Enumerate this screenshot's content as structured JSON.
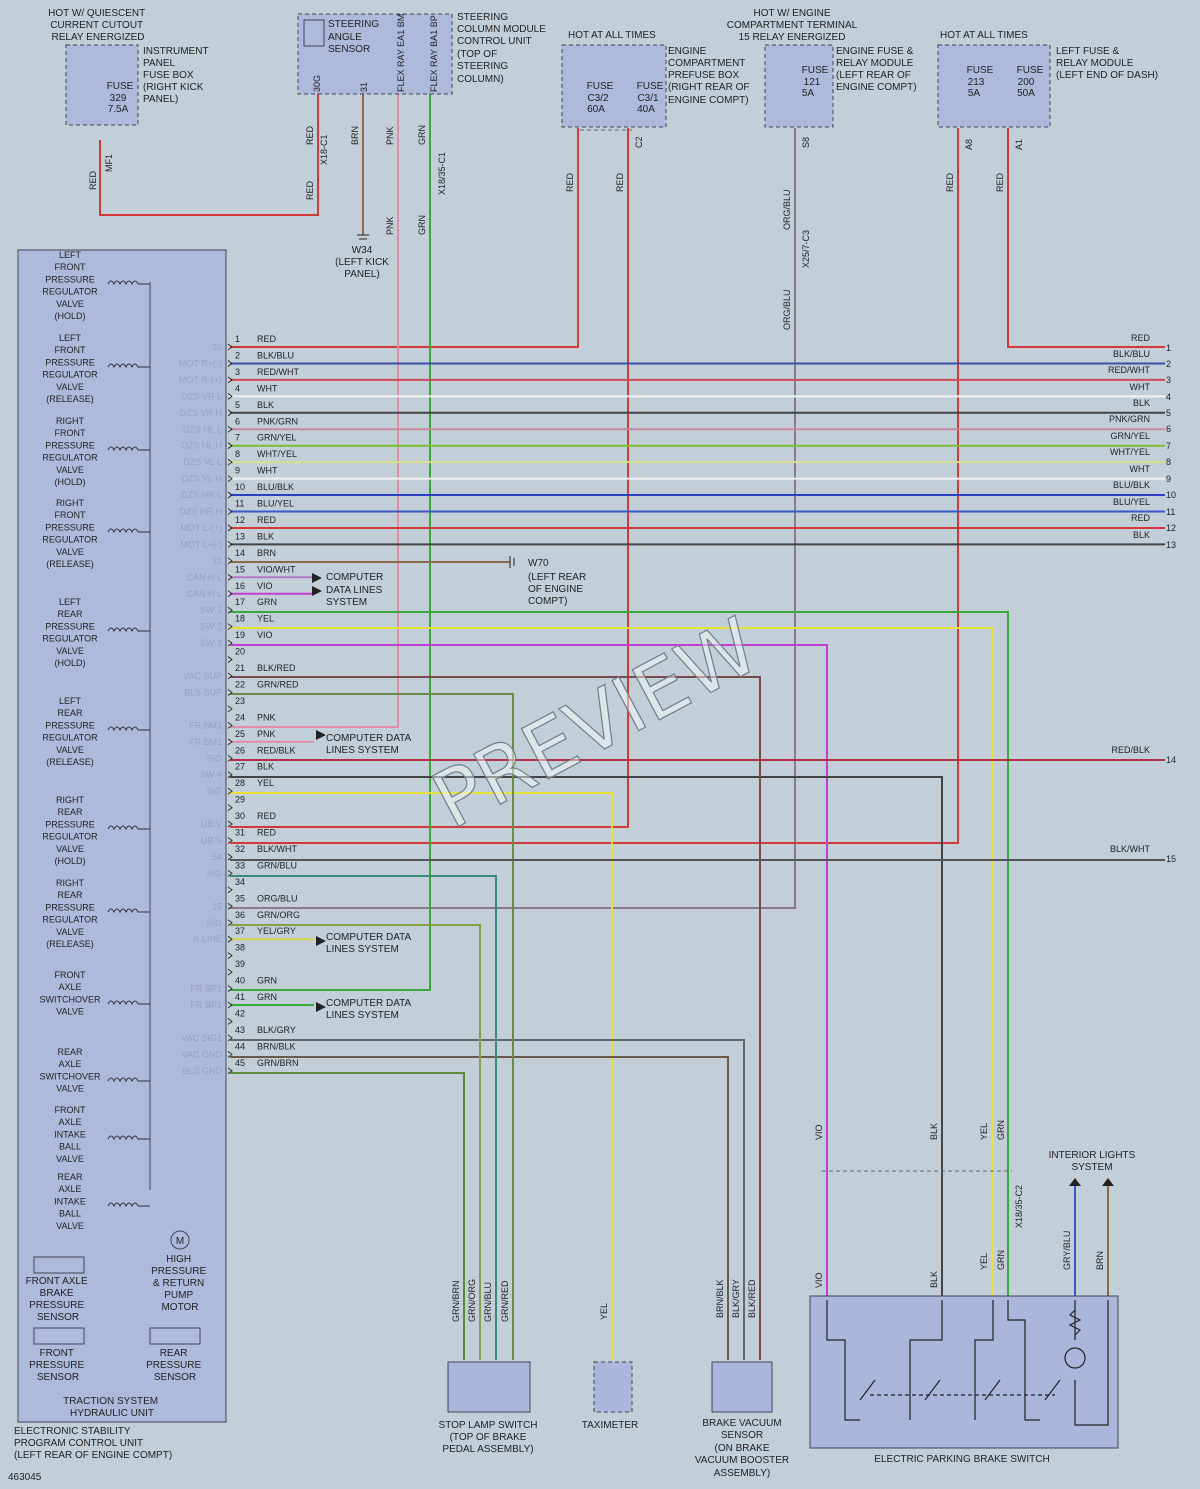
{
  "diagram_number": "463045",
  "watermark": "PREVIEW",
  "ecu": {
    "title": [
      "ELECTRONIC STABILITY",
      "PROGRAM CONTROL UNIT",
      "(LEFT REAR OF ENGINE COMPT)"
    ],
    "hydraulic_unit": [
      "TRACTION SYSTEM",
      "HYDRAULIC UNIT"
    ],
    "valves": [
      [
        "LEFT",
        "FRONT",
        "PRESSURE",
        "REGULATOR",
        "VALVE",
        "(HOLD)"
      ],
      [
        "LEFT",
        "FRONT",
        "PRESSURE",
        "REGULATOR",
        "VALVE",
        "(RELEASE)"
      ],
      [
        "RIGHT",
        "FRONT",
        "PRESSURE",
        "REGULATOR",
        "VALVE",
        "(HOLD)"
      ],
      [
        "RIGHT",
        "FRONT",
        "PRESSURE",
        "REGULATOR",
        "VALVE",
        "(RELEASE)"
      ],
      [
        "LEFT",
        "REAR",
        "PRESSURE",
        "REGULATOR",
        "VALVE",
        "(HOLD)"
      ],
      [
        "LEFT",
        "REAR",
        "PRESSURE",
        "REGULATOR",
        "VALVE",
        "(RELEASE)"
      ],
      [
        "RIGHT",
        "REAR",
        "PRESSURE",
        "REGULATOR",
        "VALVE",
        "(HOLD)"
      ],
      [
        "RIGHT",
        "REAR",
        "PRESSURE",
        "REGULATOR",
        "VALVE",
        "(RELEASE)"
      ],
      [
        "FRONT",
        "AXLE",
        "SWITCHOVER",
        "VALVE"
      ],
      [
        "REAR",
        "AXLE",
        "SWITCHOVER",
        "VALVE"
      ],
      [
        "FRONT",
        "AXLE",
        "INTAKE",
        "BALL",
        "VALVE"
      ],
      [
        "REAR",
        "AXLE",
        "INTAKE",
        "BALL",
        "VALVE"
      ]
    ],
    "sensors": {
      "front_axle": [
        "FRONT AXLE",
        "BRAKE",
        "PRESSURE",
        "SENSOR"
      ],
      "front": [
        "FRONT",
        "PRESSURE",
        "SENSOR"
      ],
      "rear": [
        "REAR",
        "PRESSURE",
        "SENSOR"
      ],
      "pump": [
        "HIGH",
        "PRESSURE",
        "& RETURN",
        "PUMP",
        "MOTOR"
      ],
      "motor_symbol": "M"
    }
  },
  "terminals": [
    {
      "pin": "1",
      "name": "30",
      "wire": "RED",
      "color": "#d23a3a"
    },
    {
      "pin": "2",
      "name": "MOT R+(-)",
      "wire": "BLK/BLU",
      "color": "#3a4fa8"
    },
    {
      "pin": "3",
      "name": "MOT R-(+)",
      "wire": "RED/WHT",
      "color": "#d04a5a"
    },
    {
      "pin": "4",
      "name": "DZS VR L",
      "wire": "WHT",
      "color": "#f2f2f2"
    },
    {
      "pin": "5",
      "name": "DZS VR H",
      "wire": "BLK",
      "color": "#444444"
    },
    {
      "pin": "6",
      "name": "DZS HL L",
      "wire": "PNK/GRN",
      "color": "#c88a9a"
    },
    {
      "pin": "7",
      "name": "DZS HL H",
      "wire": "GRN/YEL",
      "color": "#7bbf2e"
    },
    {
      "pin": "8",
      "name": "DZS VL L",
      "wire": "WHT/YEL",
      "color": "#d9e08a"
    },
    {
      "pin": "9",
      "name": "DZS VL H",
      "wire": "WHT",
      "color": "#f2f2f2"
    },
    {
      "pin": "10",
      "name": "DZS HR L",
      "wire": "BLU/BLK",
      "color": "#2d3fc2"
    },
    {
      "pin": "11",
      "name": "DZS HR H",
      "wire": "BLU/YEL",
      "color": "#3a58c8"
    },
    {
      "pin": "12",
      "name": "MOT L-(+)",
      "wire": "RED",
      "color": "#d23a3a"
    },
    {
      "pin": "13",
      "name": "MOT L+(-)",
      "wire": "BLK",
      "color": "#444444"
    },
    {
      "pin": "14",
      "name": "31",
      "wire": "BRN",
      "color": "#8a6a4a"
    },
    {
      "pin": "15",
      "name": "CAN H L",
      "wire": "VIO/WHT",
      "color": "#b17cc7"
    },
    {
      "pin": "16",
      "name": "CAN H L",
      "wire": "VIO",
      "color": "#c23fd3"
    },
    {
      "pin": "17",
      "name": "SW 1",
      "wire": "GRN",
      "color": "#3aa83a"
    },
    {
      "pin": "18",
      "name": "SW 2",
      "wire": "YEL",
      "color": "#e6e23a"
    },
    {
      "pin": "19",
      "name": "SW 3",
      "wire": "VIO",
      "color": "#c23fd3"
    },
    {
      "pin": "20",
      "name": "",
      "wire": "",
      "color": ""
    },
    {
      "pin": "21",
      "name": "VAC SUP",
      "wire": "BLK/RED",
      "color": "#7a4a4a"
    },
    {
      "pin": "22",
      "name": "BLS SUP",
      "wire": "GRN/RED",
      "color": "#6a8a4a"
    },
    {
      "pin": "23",
      "name": "",
      "wire": "",
      "color": ""
    },
    {
      "pin": "24",
      "name": "FR BM1",
      "wire": "PNK",
      "color": "#e08ea8"
    },
    {
      "pin": "25",
      "name": "FR BM1",
      "wire": "PNK",
      "color": "#e08ea8"
    },
    {
      "pin": "26",
      "name": "SIG",
      "wire": "RED/BLK",
      "color": "#b23040"
    },
    {
      "pin": "27",
      "name": "SW 4",
      "wire": "BLK",
      "color": "#444444"
    },
    {
      "pin": "28",
      "name": "SIG",
      "wire": "YEL",
      "color": "#e6e23a"
    },
    {
      "pin": "29",
      "name": "",
      "wire": "",
      "color": ""
    },
    {
      "pin": "30",
      "name": "UB V",
      "wire": "RED",
      "color": "#d23a3a"
    },
    {
      "pin": "31",
      "name": "UB S",
      "wire": "RED",
      "color": "#d23a3a"
    },
    {
      "pin": "32",
      "name": "54",
      "wire": "BLK/WHT",
      "color": "#555555"
    },
    {
      "pin": "33",
      "name": "SIG",
      "wire": "GRN/BLU",
      "color": "#3a8a7a"
    },
    {
      "pin": "34",
      "name": "",
      "wire": "",
      "color": ""
    },
    {
      "pin": "35",
      "name": "15",
      "wire": "ORG/BLU",
      "color": "#8a7a8a"
    },
    {
      "pin": "36",
      "name": "SIG",
      "wire": "GRN/ORG",
      "color": "#8aa040"
    },
    {
      "pin": "37",
      "name": "K LINE",
      "wire": "YEL/GRY",
      "color": "#d6d64a"
    },
    {
      "pin": "38",
      "name": "",
      "wire": "",
      "color": ""
    },
    {
      "pin": "39",
      "name": "",
      "wire": "",
      "color": ""
    },
    {
      "pin": "40",
      "name": "FR BP1",
      "wire": "GRN",
      "color": "#3aa83a"
    },
    {
      "pin": "41",
      "name": "FR BP1",
      "wire": "GRN",
      "color": "#3aa83a"
    },
    {
      "pin": "42",
      "name": "",
      "wire": "",
      "color": ""
    },
    {
      "pin": "43",
      "name": "VAC SIG1",
      "wire": "BLK/GRY",
      "color": "#666666"
    },
    {
      "pin": "44",
      "name": "VAC GND",
      "wire": "BRN/BLK",
      "color": "#6a5a4a"
    },
    {
      "pin": "45",
      "name": "BLS GND",
      "wire": "GRN/BRN",
      "color": "#5a8a3a"
    }
  ],
  "right_wires": [
    {
      "num": "1",
      "wire": "RED"
    },
    {
      "num": "2",
      "wire": "BLK/BLU"
    },
    {
      "num": "3",
      "wire": "RED/WHT"
    },
    {
      "num": "4",
      "wire": "WHT"
    },
    {
      "num": "5",
      "wire": "BLK"
    },
    {
      "num": "6",
      "wire": "PNK/GRN"
    },
    {
      "num": "7",
      "wire": "GRN/YEL"
    },
    {
      "num": "8",
      "wire": "WHT/YEL"
    },
    {
      "num": "9",
      "wire": "WHT"
    },
    {
      "num": "10",
      "wire": "BLU/BLK"
    },
    {
      "num": "11",
      "wire": "BLU/YEL"
    },
    {
      "num": "12",
      "wire": "RED"
    },
    {
      "num": "13",
      "wire": "BLK"
    },
    {
      "num": "14",
      "wire": "RED/BLK"
    },
    {
      "num": "15",
      "wire": "BLK/WHT"
    }
  ],
  "computer_data_label": [
    "COMPUTER",
    "DATA LINES",
    "SYSTEM"
  ],
  "computer_data_label2": [
    "COMPUTER DATA",
    "LINES SYSTEM"
  ],
  "grounds": {
    "w70": [
      "W70",
      "(LEFT REAR",
      "OF ENGINE",
      "COMPT)"
    ],
    "w34": [
      "W34",
      "(LEFT KICK",
      "PANEL)"
    ]
  },
  "top": {
    "quiescent": [
      "HOT W/ QUIESCENT",
      "CURRENT CUTOUT",
      "RELAY ENERGIZED"
    ],
    "ipfb": [
      "INSTRUMENT",
      "PANEL",
      "FUSE BOX",
      "(RIGHT KICK",
      "PANEL)"
    ],
    "fuse329": [
      "FUSE",
      "329",
      "7.5A"
    ],
    "scm": [
      "STEERING",
      "COLUMN MODULE",
      "CONTROL UNIT",
      "(TOP OF",
      "STEERING",
      "COLUMN)"
    ],
    "sas": [
      "STEERING",
      "ANGLE",
      "SENSOR"
    ],
    "scm_pins": [
      "30G",
      "31",
      "FLEX RAY EA1 BM",
      "FLEX RAY BA1 BP"
    ],
    "hot_all": "HOT AT ALL TIMES",
    "ecpb": [
      "ENGINE",
      "COMPARTMENT",
      "PREFUSE BOX",
      "(RIGHT REAR OF",
      "ENGINE COMPT)"
    ],
    "fuse_c32": [
      "FUSE",
      "C3/2",
      "60A"
    ],
    "fuse_c31": [
      "FUSE",
      "C3/1",
      "40A"
    ],
    "hot_15": [
      "HOT W/ ENGINE",
      "COMPARTMENT TERMINAL",
      "15 RELAY ENERGIZED"
    ],
    "efrm": [
      "ENGINE FUSE &",
      "RELAY MODULE",
      "(LEFT REAR OF",
      "ENGINE COMPT)"
    ],
    "fuse121": [
      "FUSE",
      "121",
      "5A"
    ],
    "lfrm": [
      "LEFT FUSE &",
      "RELAY MODULE",
      "(LEFT END OF DASH)"
    ],
    "fuse213": [
      "FUSE",
      "213",
      "5A"
    ],
    "fuse200": [
      "FUSE",
      "200",
      "50A"
    ]
  },
  "bottom": {
    "stop_lamp": [
      "STOP LAMP SWITCH",
      "(TOP OF BRAKE",
      "PEDAL ASSEMBLY)"
    ],
    "taximeter": "TAXIMETER",
    "bvs": [
      "BRAKE VACUUM",
      "SENSOR",
      "(ON BRAKE",
      "VACUUM BOOSTER",
      "ASSEMBLY)"
    ],
    "epb": "ELECTRIC PARKING BRAKE SWITCH",
    "interior": [
      "INTERIOR LIGHTS",
      "SYSTEM"
    ]
  },
  "vlabels": {
    "mf1": "MF1",
    "x18c1": "X18-C1",
    "x18_35c1": "X18/35-C1",
    "x25_7c3": "X25/7-C3",
    "x18_35c2": "X18/35-C2",
    "c2": "C2",
    "s8": "S8",
    "a8": "A8",
    "a1": "A1",
    "red": "RED",
    "brn": "BRN",
    "pnk": "PNK",
    "grn": "GRN",
    "orgblu": "ORG/BLU",
    "vio": "VIO",
    "blk": "BLK",
    "yel": "YEL",
    "grybluu": "GRY/BLU",
    "grnbrn": "GRN/BRN",
    "grnorg": "GRN/ORG",
    "grnblu": "GRN/BLU",
    "grnred": "GRN/RED",
    "brnblk": "BRN/BLK",
    "blkgry": "BLK/GRY",
    "blkred": "BLK/RED"
  }
}
